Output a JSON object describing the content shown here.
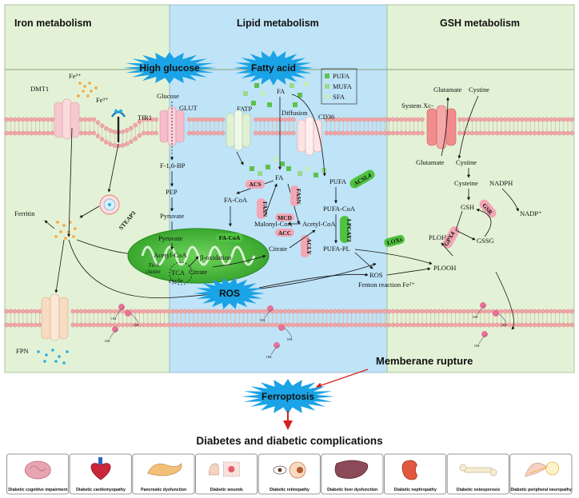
{
  "panels": {
    "iron": "Iron metabolism",
    "lipid": "Lipid metabolism",
    "gsh": "GSH metabolism"
  },
  "bursts": {
    "high_glucose": "High glucose",
    "fatty_acid": "Fatty acid",
    "ros": "ROS",
    "ferroptosis": "Ferroptosis"
  },
  "legend": [
    "PUFA",
    "MUFA",
    "SFA"
  ],
  "iron_labels": {
    "fe3_top": "Fe³⁺",
    "dmt1": "DMT1",
    "fe3_tfr": "Fe³⁺",
    "tfr1": "TfR1",
    "steap3": "STEAP3",
    "ferritin": "Ferritin",
    "fpn": "FPN"
  },
  "glucose_labels": {
    "glucose": "Glucose",
    "glut": "GLUT",
    "f16bp": "F-1,6-BP",
    "pep": "PEP",
    "pyruvate": "Pyruvate",
    "mito_pyruvate": "Pyruvate",
    "acetyl_coa": "Acetyl-CoA",
    "fes": "Fe-S",
    "cluster": "cluster",
    "tca": "TCA",
    "cycle": "cycle",
    "citrate_in": "Citrate",
    "beta_ox": "β-oxidation"
  },
  "lipid_labels": {
    "fatp": "FATP",
    "fa_top": "FA",
    "diffusion": "Diffusion",
    "cd36": "CD36",
    "fa_mid": "FA",
    "acs": "ACS",
    "fasn1": "FASN",
    "fasn2": "FASN",
    "fa_coa": "FA-CoA",
    "malonyl": "Malonyl-CoA",
    "mcd": "MCD",
    "acc": "ACC",
    "acly": "ACLY",
    "acetyl_coa2": "Acetyl-CoA",
    "citrate": "Citrate",
    "fa_coa_mito": "FA-CoA",
    "pufa": "PUFA",
    "acsl4": "ACSL4",
    "pufa_coa": "PUFA-CoA",
    "lpcat3": "LPCAT3",
    "pufa_pl": "PUFA-PL",
    "loxs": "LOXs",
    "ros_small": "ROS",
    "fenton": "Fenton reaction Fe²⁺"
  },
  "gsh_labels": {
    "glutamate_top": "Glutamate",
    "cystine_top": "Cystine",
    "system_xc": "System Xc-",
    "glutamate_bot": "Glutamate",
    "cystine_bot": "Cystine",
    "cysteine": "Cysteine",
    "nadph": "NADPH",
    "gsh": "GSH",
    "gsr": "GSR",
    "nadp": "NADP⁺",
    "ploh": "PLOH",
    "gpx4": "GPX4",
    "gssg": "GSSG",
    "plooh": "PLOOH",
    "rupture": "Memberane rupture"
  },
  "oh_label": "OH",
  "outcome": "Diabetes and diabetic complications",
  "complications": [
    "Diabetic cognitive impairment",
    "Diabetic cardiomyopathy",
    "Pancreatic dysfunction",
    "Diabetic wounds",
    "Diabetic retinopathy",
    "Diabetic liver dysfunction",
    "Diabetic nephropathy",
    "Diabetic osteoporosis",
    "Diabetic peripheral neuropathy"
  ],
  "colors": {
    "iron_bg": "#e3f2d6",
    "lipid_bg": "#bfe3f7",
    "gsh_bg": "#e3f2d6",
    "burst": "#1aa3e6",
    "mito": "#3cb832",
    "enzyme": "#f2a7b5",
    "enzyme_green": "#4fc23f",
    "membrane_head": "#f0a6a6"
  }
}
